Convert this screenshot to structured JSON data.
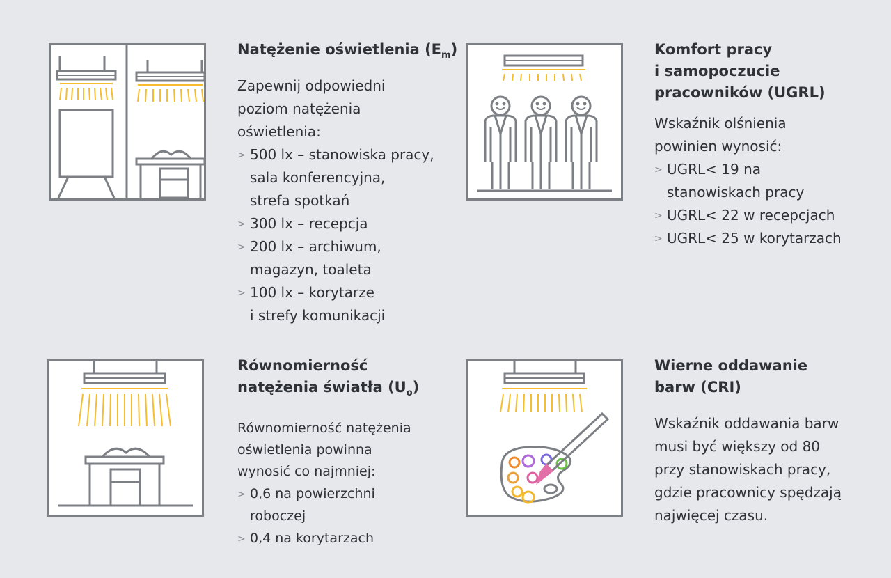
{
  "sections": [
    {
      "title_lines": [
        "Natężenie oświetlenia (E"
      ],
      "title_sub": "m",
      "title_tail": ")",
      "intro_lines": [
        "Zapewnij odpowiedni",
        "poziom natężenia",
        "oświetlenia:"
      ],
      "items": [
        [
          "500 lx – stanowiska pracy,",
          "sala konferencyjna,",
          "strefa spotkań"
        ],
        [
          "300 lx – recepcja"
        ],
        [
          "200 lx – archiwum,",
          "magazyn, toaleta"
        ],
        [
          "100 lx – korytarze",
          " i strefy komunikacji"
        ]
      ]
    },
    {
      "title_lines": [
        "Komfort pracy",
        "i samopoczucie",
        "pracowników (UGRL)"
      ],
      "intro_lines": [
        "Wskaźnik olśnienia",
        "powinien wynosić:"
      ],
      "items": [
        [
          "UGRL< 19 na",
          "stanowiskach pracy"
        ],
        [
          "UGRL< 22 w recepcjach"
        ],
        [
          "UGRL< 25 w korytarzach"
        ]
      ]
    },
    {
      "title_lines": [
        "Równomierność",
        "natężenia światła (U"
      ],
      "title_sub": "o",
      "title_tail": ")",
      "intro_lines": [
        "Równomierność natężenia",
        "oświetlenia powinna",
        "wynosić co najmniej:"
      ],
      "items": [
        [
          "0,6 na powierzchni",
          "roboczej"
        ],
        [
          "0,4 na korytarzach"
        ]
      ]
    },
    {
      "title_lines": [
        "Wierne oddawanie",
        "barw (CRI)"
      ],
      "intro_lines": [
        "Wskaźnik oddawania barw",
        "musi być większy od 80",
        "przy stanowiskach pracy,",
        "gdzie pracownicy spędzają",
        "najwięcej czasu."
      ],
      "items": []
    }
  ],
  "colors": {
    "background": "#e6e8ec",
    "line": "#7c7f84",
    "light": "#f6bd2e",
    "text": "#2e3136"
  },
  "icons": [
    "office-room-icon",
    "workers-light-icon",
    "desk-light-icon",
    "palette-light-icon"
  ]
}
